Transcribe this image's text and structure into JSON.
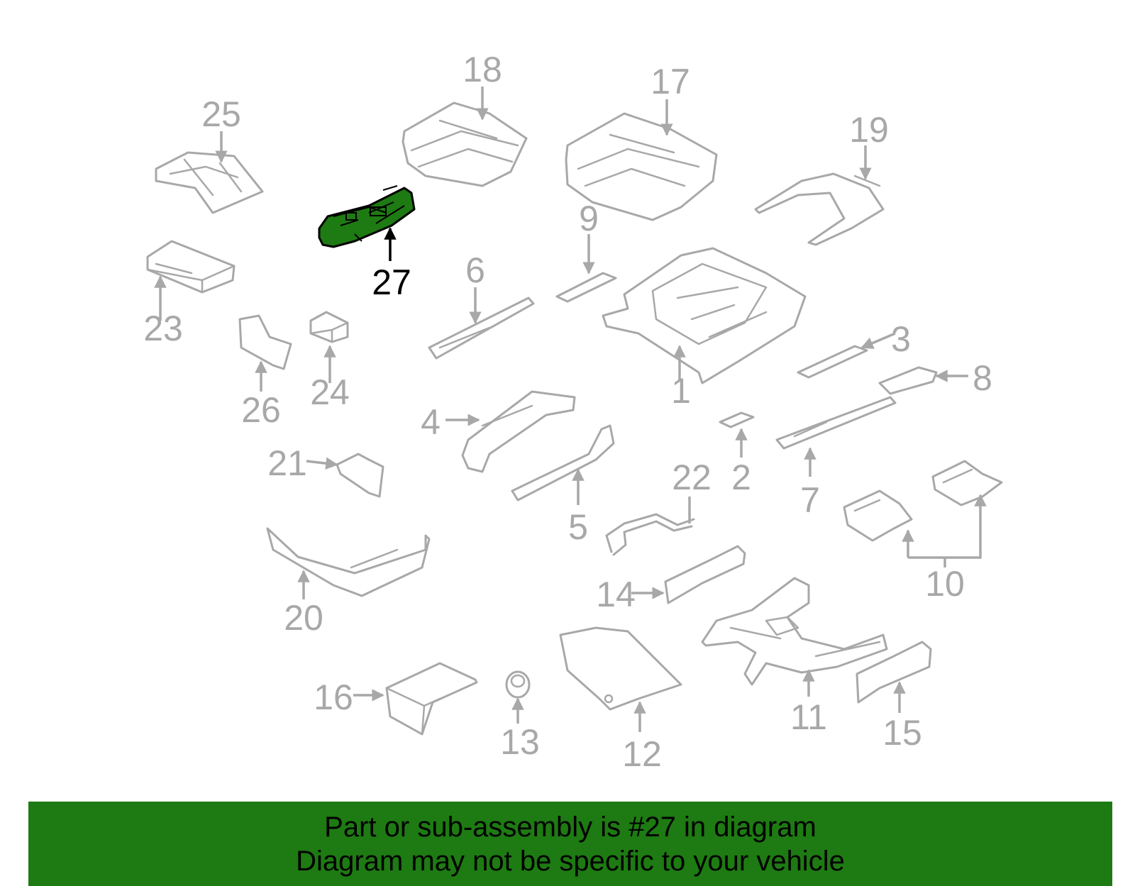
{
  "callouts": {
    "c1": "1",
    "c2": "2",
    "c3": "3",
    "c4": "4",
    "c5": "5",
    "c6": "6",
    "c7": "7",
    "c8": "8",
    "c9": "9",
    "c10": "10",
    "c11": "11",
    "c12": "12",
    "c13": "13",
    "c14": "14",
    "c15": "15",
    "c16": "16",
    "c17": "17",
    "c18": "18",
    "c19": "19",
    "c20": "20",
    "c21": "21",
    "c22": "22",
    "c23": "23",
    "c24": "24",
    "c25": "25",
    "c26": "26",
    "c27": "27"
  },
  "highlighted_part": "27",
  "colors": {
    "highlight": "#1e7a12",
    "line_art": "#a8a8a8",
    "banner_bg": "#1e7a12"
  },
  "banner": {
    "line1": "Part or sub-assembly is #27 in diagram",
    "line2": "Diagram may not be specific to your vehicle"
  }
}
